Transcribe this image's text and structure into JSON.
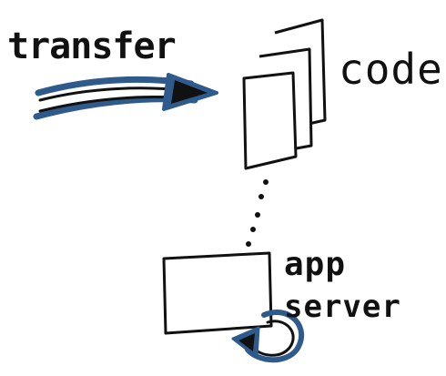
{
  "labels": {
    "transfer": "transfer",
    "code": "code",
    "app": "app",
    "server": "server"
  },
  "colors": {
    "ink": "#111111",
    "accent": "#2e5b8c",
    "paper": "#ffffff"
  },
  "icons": {
    "transfer_arrow": "curved-arrow-right-icon",
    "code_stack": "document-stack-icon",
    "server_box": "server-box-icon",
    "server_loop": "circular-arrow-icon"
  }
}
